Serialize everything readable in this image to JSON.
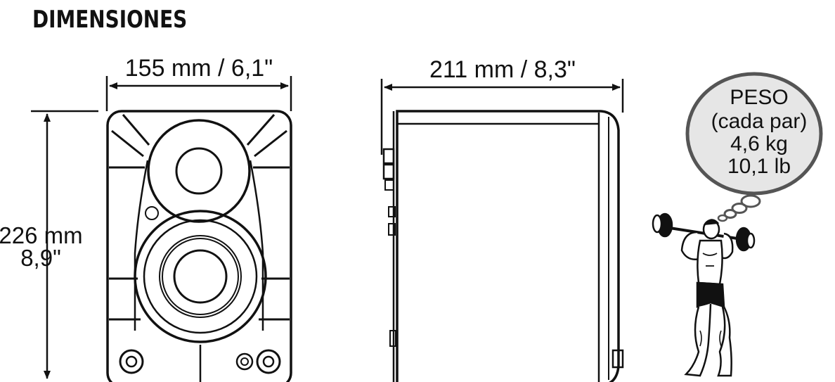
{
  "title": "DIMENSIONES",
  "front": {
    "width_label": "155 mm / 6,1\"",
    "height_label_line1": "226 mm",
    "height_label_line2": "8,9\""
  },
  "side": {
    "depth_label": "211 mm / 8,3\""
  },
  "weight": {
    "line1": "PESO",
    "line2": "(cada par)",
    "line3": "4,6 kg",
    "line4": "10,1 lb"
  }
}
